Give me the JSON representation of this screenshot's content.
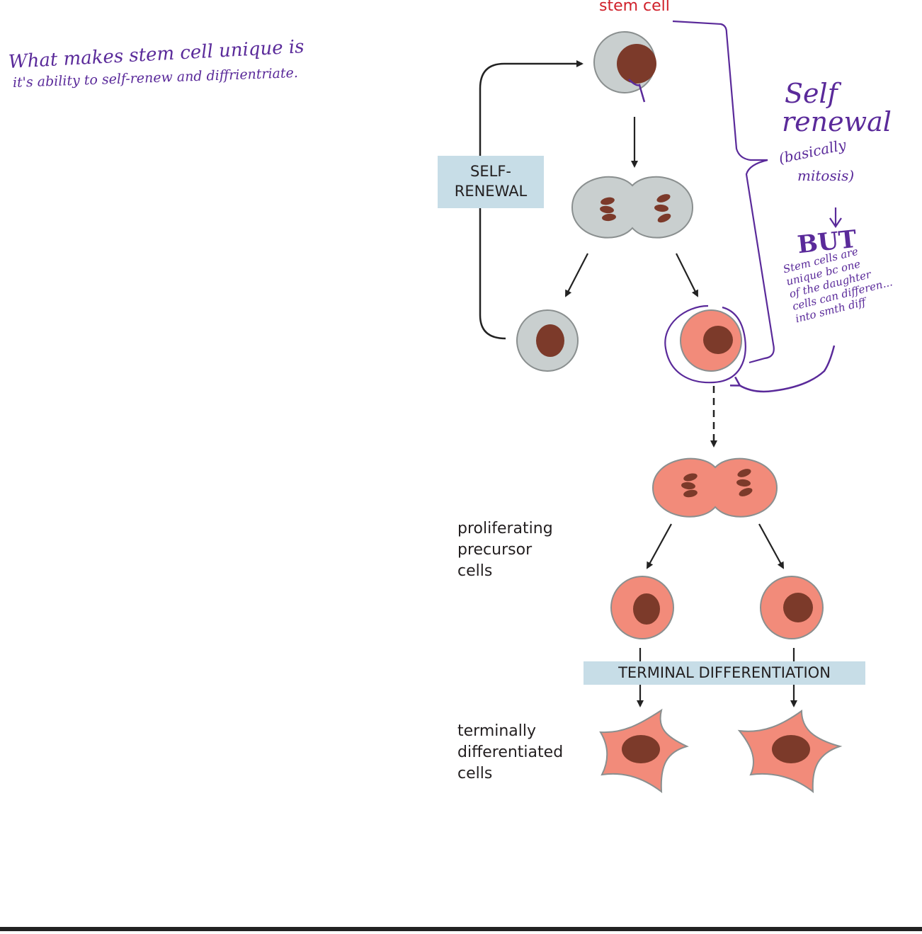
{
  "diagram": {
    "stem_cell_label": "stem cell",
    "self_renewal_box": [
      "SELF-",
      "RENEWAL"
    ],
    "terminal_box": "TERMINAL DIFFERENTIATION",
    "proliferating_label": [
      "proliferating",
      "precursor",
      "cells"
    ],
    "terminal_label": [
      "terminally",
      "differentiated",
      "cells"
    ]
  },
  "annotations": {
    "top_note": [
      "What makes stem cell unique is",
      "it's ability to self-renew and diffrientriate."
    ],
    "self_renewal_note": [
      "Self",
      "renewal"
    ],
    "mitosis_note": [
      "(basically",
      "mitosis)"
    ],
    "but_note": "BUT",
    "stem_unique_note": [
      "Stem cells are",
      "unique bc one",
      "of the daughter",
      "cells can differen...",
      "into smth diff"
    ]
  },
  "colors": {
    "gray_cell": "#c9cfcf",
    "salmon_cell": "#f28b7a",
    "nucleus": "#7c3a2a",
    "box_blue": "#c7dde7",
    "ink_purple": "#5a2a9a",
    "title_red": "#d0202a"
  }
}
